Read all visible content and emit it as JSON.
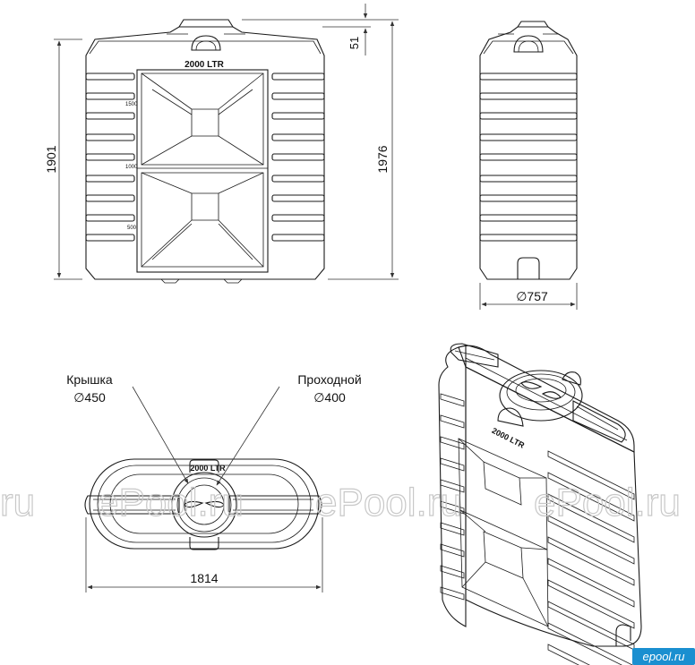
{
  "labels": {
    "capacity": "2000 LTR",
    "level_1500": "1500",
    "level_1000": "1000",
    "level_500": "500",
    "lid": "Крышка",
    "lid_diameter": "∅450",
    "manhole": "Проходной",
    "manhole_diameter": "∅400"
  },
  "dimensions": {
    "height": "1901",
    "total_height": "1976",
    "lid_height": "51",
    "depth": "∅757",
    "length": "1814"
  },
  "watermark": {
    "text_1": "ru",
    "text_2": "ePool.ru",
    "text_3": "ePool.ru",
    "text_4": "ePool.ru"
  },
  "logo": {
    "text": "epool.ru",
    "background": "#1a8fd0"
  }
}
